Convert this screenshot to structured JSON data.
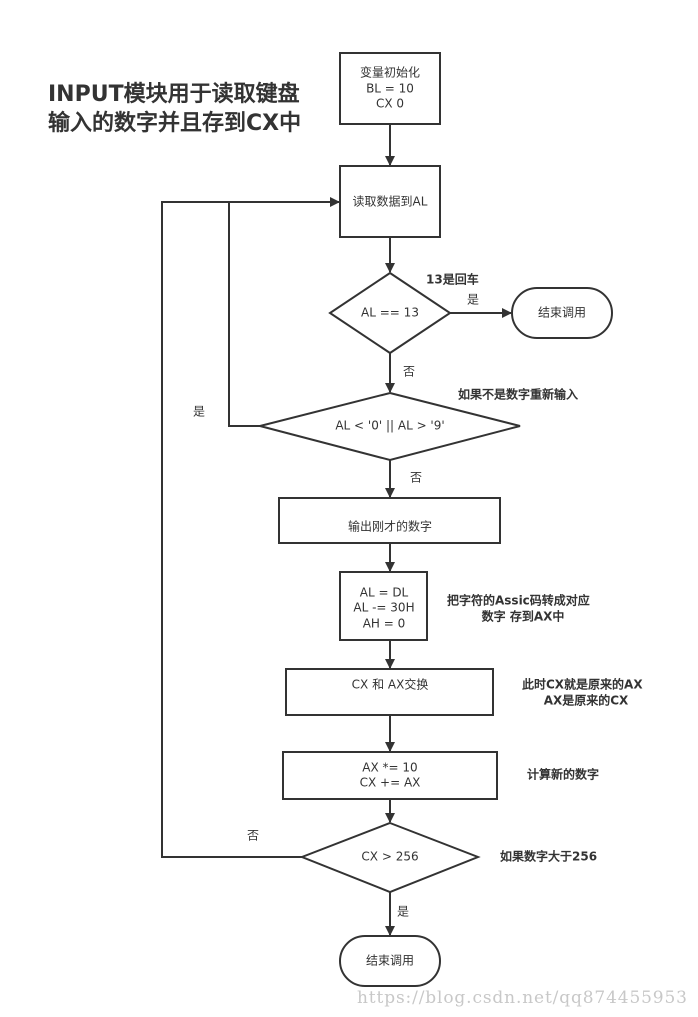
{
  "title": {
    "line1": "INPUT模块用于读取键盘",
    "line2": "输入的数字并且存到CX中"
  },
  "nodes": {
    "init": {
      "line1": "变量初始化",
      "line2": "BL = 10",
      "line3": "CX 0"
    },
    "read": {
      "label": "读取数据到AL"
    },
    "check_enter": {
      "label": "AL == 13"
    },
    "end1": {
      "label": "结束调用"
    },
    "check_digit": {
      "label": "AL < '0' || AL > '9'"
    },
    "echo": {
      "label": "输出刚才的数字"
    },
    "convert": {
      "line1": "AL = DL",
      "line2": "AL -= 30H",
      "line3": "AH = 0"
    },
    "swap": {
      "label": "CX 和 AX交换"
    },
    "compute": {
      "line1": "AX *= 10",
      "line2": "CX += AX"
    },
    "check_overflow": {
      "label": "CX > 256"
    },
    "end2": {
      "label": "结束调用"
    }
  },
  "edge_labels": {
    "enter_yes": "是",
    "enter_no": "否",
    "digit_yes": "是",
    "digit_no": "否",
    "overflow_no": "否",
    "overflow_yes": "是"
  },
  "notes": {
    "enter": "13是回车",
    "digit": "如果不是数字重新输入",
    "convert_line1": "把字符的Assic码转成对应",
    "convert_line2": "数字 存到AX中",
    "swap_line1": "此时CX就是原来的AX",
    "swap_line2": "AX是原来的CX",
    "compute": "计算新的数字",
    "overflow": "如果数字大于256"
  },
  "watermark": "https://blog.csdn.net/qq874455953"
}
